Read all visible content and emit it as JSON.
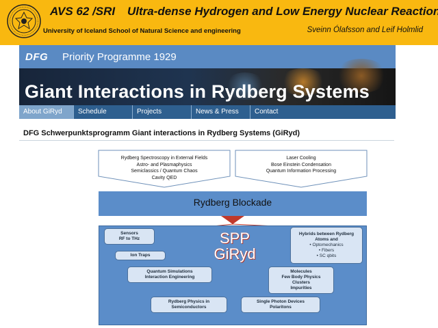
{
  "header": {
    "conference_code": "AVS 62 /SRI",
    "title": "Ultra-dense Hydrogen and Low Energy Nuclear Reactions",
    "university": "University of Iceland School of Natural Science and engineering",
    "authors": "Sveinn Ólafsson and Leif Holmlid",
    "background_color": "#f9b810",
    "logo_icon": "university-seal-icon"
  },
  "banner": {
    "logo": "DFG",
    "programme": "Priority Programme 1929",
    "title": "Giant Interactions in Rydberg Systems"
  },
  "nav": {
    "items": [
      {
        "label": "About GiRyd",
        "active": true
      },
      {
        "label": "Schedule",
        "active": false
      },
      {
        "label": "Projects",
        "active": false
      },
      {
        "label": "News & Press",
        "active": false
      },
      {
        "label": "Contact",
        "active": false
      }
    ]
  },
  "page_heading": "DFG Schwerpunktsprogramm Giant interactions in Rydberg Systems (GiRyd)",
  "diagram": {
    "left_box": [
      "Rydberg Spectroscopy in External Fields",
      "Astro- and Plasmaphysics",
      "Semiclassics / Quantum Chaos",
      "Cavity QED"
    ],
    "right_box": [
      "Laser Cooling",
      "Bose Einstein Condensation",
      "Quantum Information Processing"
    ],
    "blockade": "Rydberg Blockade",
    "center_line1": "SPP",
    "center_line2": "GiRyd",
    "nodes": {
      "sensors": [
        "Sensors",
        "RF to THz"
      ],
      "ion_traps": [
        "Ion Traps"
      ],
      "quantum_sim": [
        "Quantum Simulations",
        "Interaction Engineering"
      ],
      "semiconductors": [
        "Rydberg Physics in",
        "Semiconductors"
      ],
      "hybrids": [
        "Hybrids between Rydberg",
        "Atoms and"
      ],
      "hybrids_bullets": [
        "• Optomechanics",
        "• Fibers",
        "• SC qbits"
      ],
      "molecules": [
        "Molecules",
        "Few Body Physics",
        "Clusters",
        "Impurities"
      ],
      "photon": [
        "Single Photon Devices",
        "Polaritons"
      ]
    },
    "colors": {
      "panel": "#5b8dc9",
      "node_fill": "#d9e5f4",
      "arrows": "#c0392b"
    }
  }
}
